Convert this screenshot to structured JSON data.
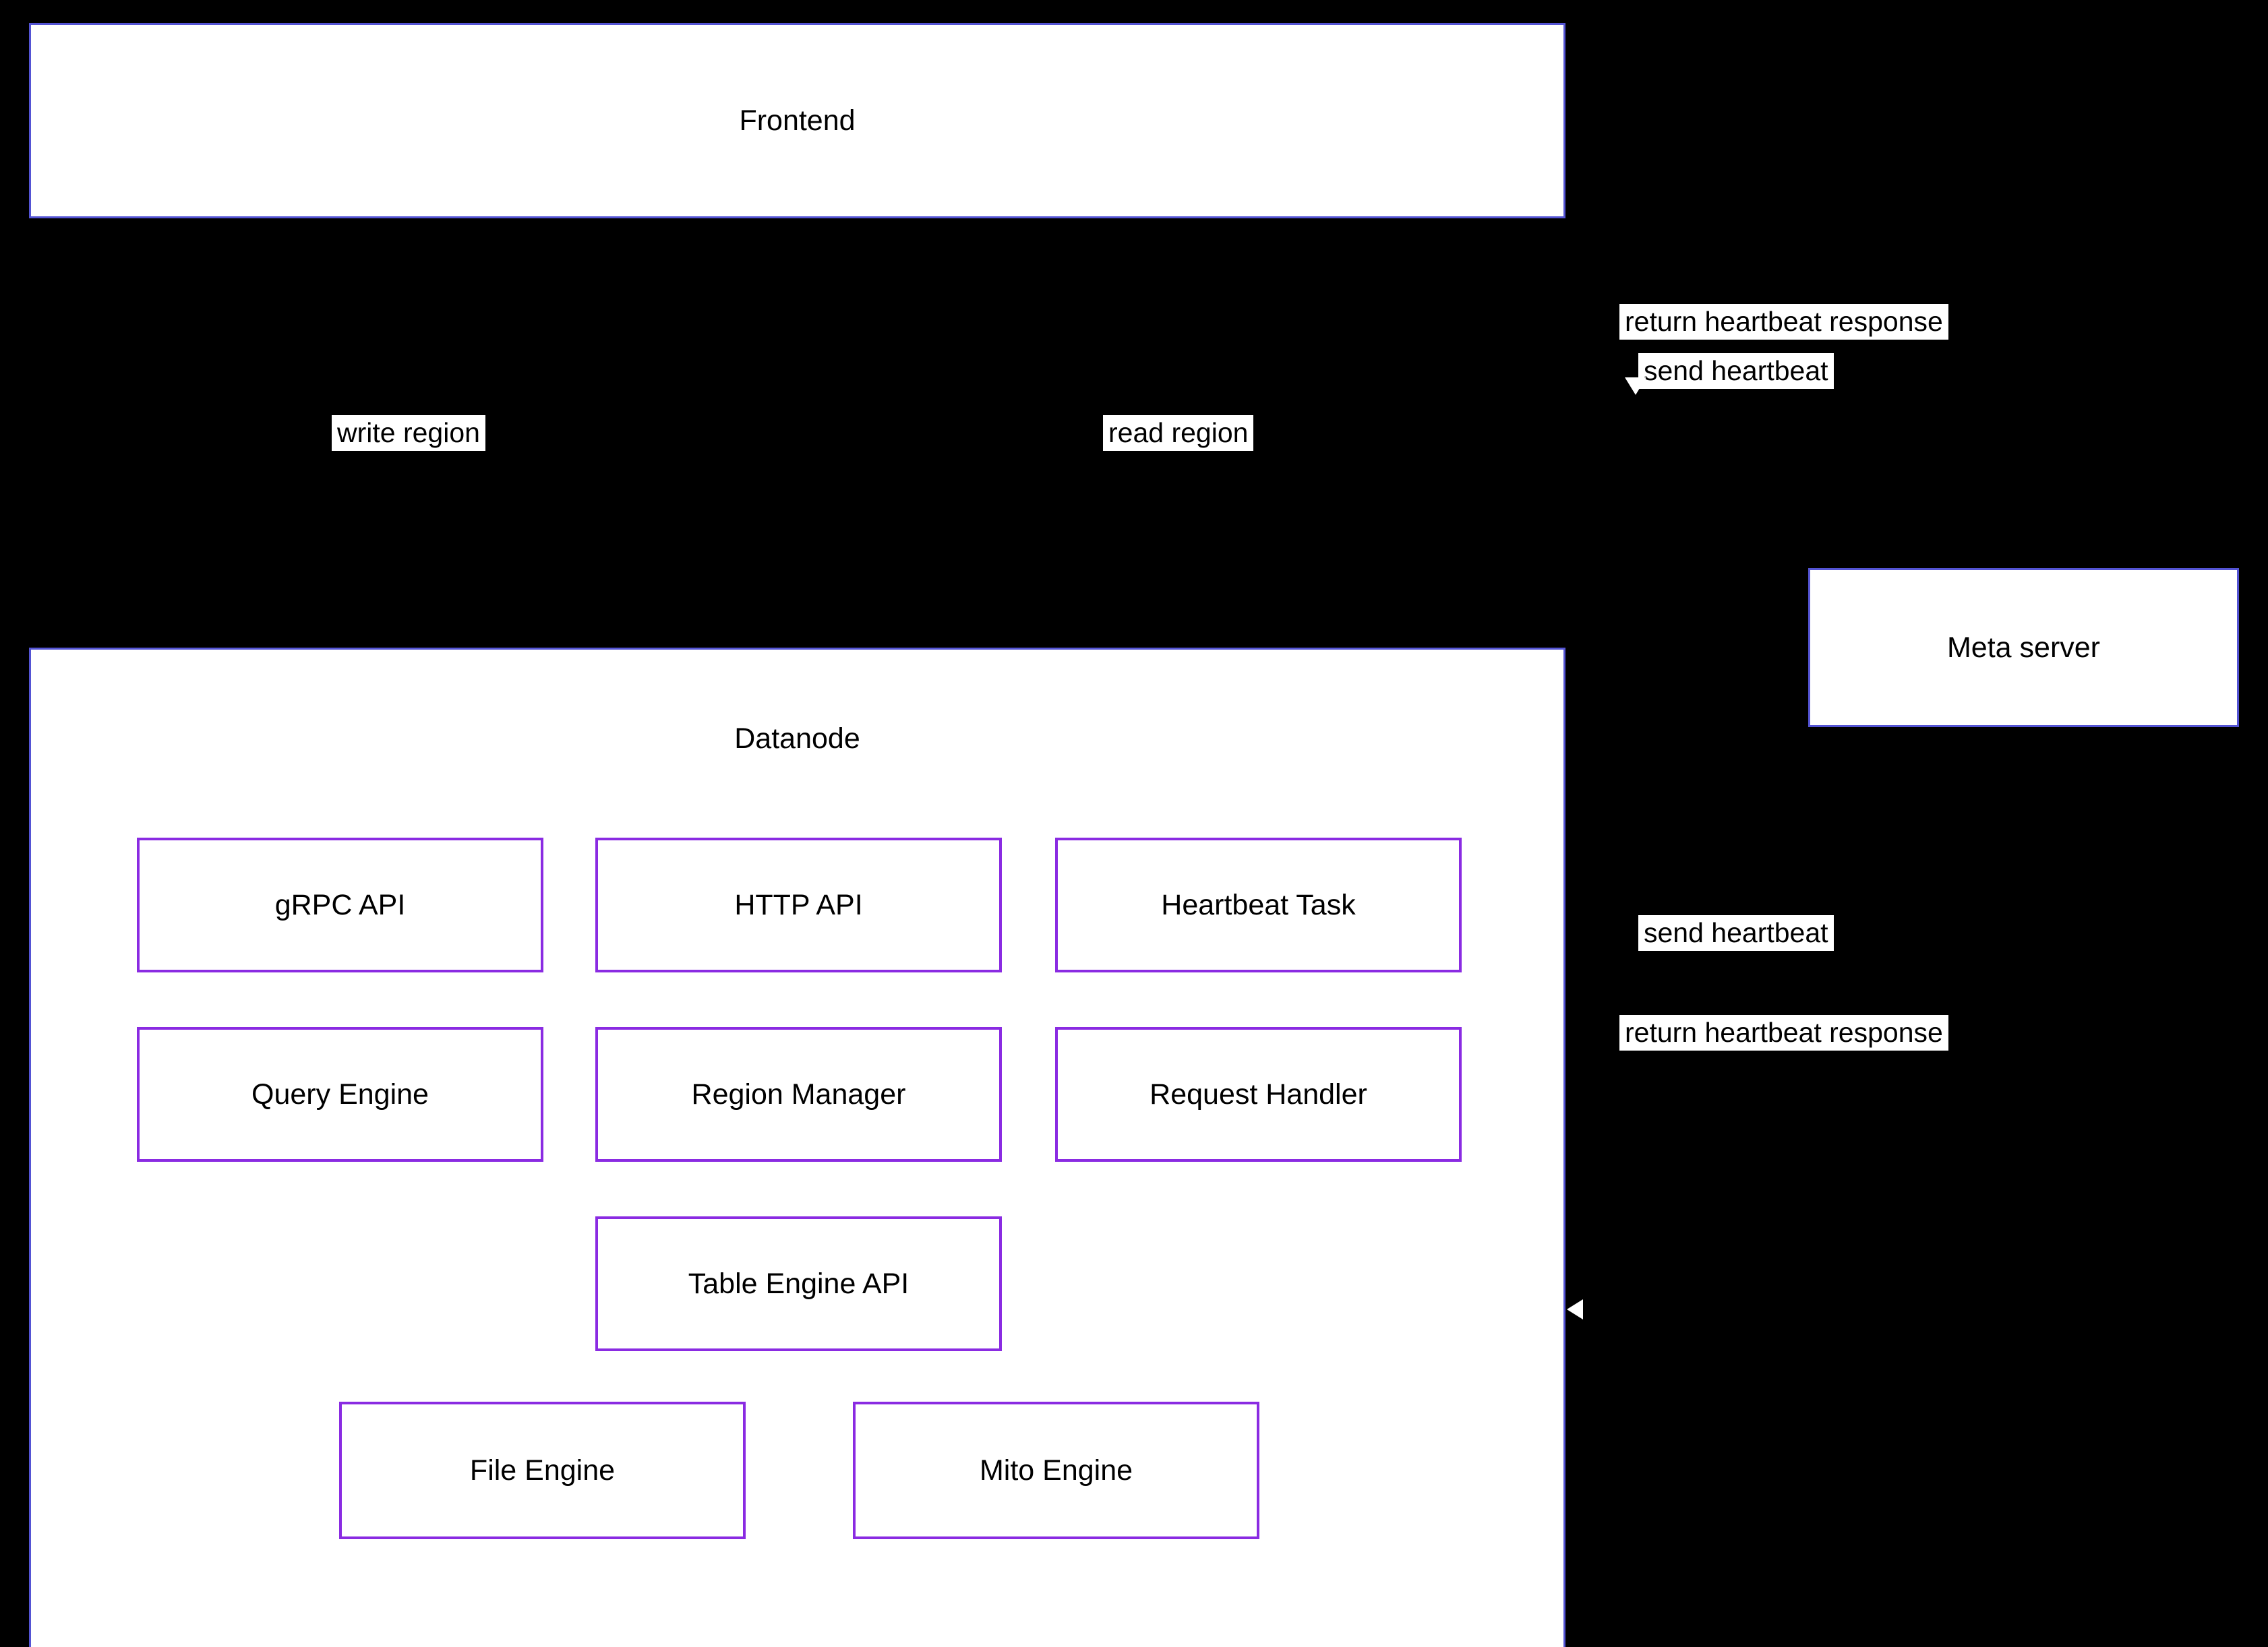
{
  "diagram": {
    "frontend": {
      "label": "Frontend"
    },
    "datanode": {
      "label": "Datanode",
      "components": [
        {
          "id": "grpc-api",
          "label": "gRPC API"
        },
        {
          "id": "http-api",
          "label": "HTTP API"
        },
        {
          "id": "heartbeat-task",
          "label": "Heartbeat Task"
        },
        {
          "id": "query-engine",
          "label": "Query Engine"
        },
        {
          "id": "region-manager",
          "label": "Region Manager"
        },
        {
          "id": "request-handler",
          "label": "Request Handler"
        },
        {
          "id": "table-engine-api",
          "label": "Table Engine API"
        },
        {
          "id": "file-engine",
          "label": "File Engine"
        },
        {
          "id": "mito-engine",
          "label": "Mito Engine"
        }
      ]
    },
    "meta_server": {
      "label": "Meta server"
    },
    "edge_labels": [
      {
        "id": "write-region",
        "label": "write region"
      },
      {
        "id": "read-region",
        "label": "read region"
      },
      {
        "id": "return-heartbeat-response-top",
        "label": "return heartbeat response"
      },
      {
        "id": "send-heartbeat-top",
        "label": "send heartbeat"
      },
      {
        "id": "send-heartbeat-right",
        "label": "send heartbeat"
      },
      {
        "id": "return-heartbeat-response-right",
        "label": "return heartbeat response"
      }
    ],
    "colors": {
      "canvas_bg": "#000000",
      "node_fill": "#ffffff",
      "outer_border": "#5454d4",
      "inner_border": "#8a2be2",
      "label_bg": "#ffffff",
      "text_color": "#000000"
    }
  }
}
